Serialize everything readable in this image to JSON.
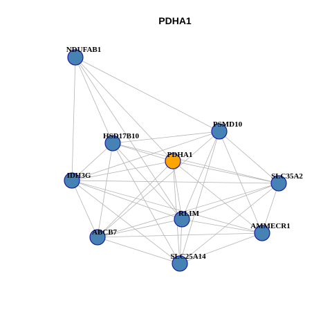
{
  "title": "PDHA1",
  "colors": {
    "background": "#ffffff",
    "edge": "#b3b3b3",
    "node_fill": "#4682b4",
    "hub_fill": "#ffa500",
    "node_border": "#1a1aa6"
  },
  "nodes": [
    {
      "id": "NDUFAB1",
      "label": "NDUFAB1",
      "hub": false
    },
    {
      "id": "PSMD10",
      "label": "PSMD10",
      "hub": false
    },
    {
      "id": "HSD17B10",
      "label": "HSD17B10",
      "hub": false
    },
    {
      "id": "PDHA1",
      "label": "PDHA1",
      "hub": true
    },
    {
      "id": "IDH3G",
      "label": "IDH3G",
      "hub": false
    },
    {
      "id": "SLC35A2",
      "label": "SLC35A2",
      "hub": false
    },
    {
      "id": "RLIM",
      "label": "RLIM",
      "hub": false
    },
    {
      "id": "AMMECR1",
      "label": "AMMECR1",
      "hub": false
    },
    {
      "id": "ABCB7",
      "label": "ABCB7",
      "hub": false
    },
    {
      "id": "SLC25A14",
      "label": "SLC25A14",
      "hub": false
    }
  ],
  "edges": [
    [
      "NDUFAB1",
      "PSMD10"
    ],
    [
      "NDUFAB1",
      "HSD17B10"
    ],
    [
      "NDUFAB1",
      "PDHA1"
    ],
    [
      "NDUFAB1",
      "IDH3G"
    ],
    [
      "NDUFAB1",
      "RLIM"
    ],
    [
      "PSMD10",
      "HSD17B10"
    ],
    [
      "PSMD10",
      "IDH3G"
    ],
    [
      "PSMD10",
      "SLC35A2"
    ],
    [
      "PSMD10",
      "RLIM"
    ],
    [
      "PSMD10",
      "AMMECR1"
    ],
    [
      "PSMD10",
      "ABCB7"
    ],
    [
      "PSMD10",
      "SLC25A14"
    ],
    [
      "HSD17B10",
      "PDHA1"
    ],
    [
      "HSD17B10",
      "IDH3G"
    ],
    [
      "HSD17B10",
      "SLC35A2"
    ],
    [
      "HSD17B10",
      "RLIM"
    ],
    [
      "HSD17B10",
      "ABCB7"
    ],
    [
      "HSD17B10",
      "SLC25A14"
    ],
    [
      "PDHA1",
      "IDH3G"
    ],
    [
      "PDHA1",
      "SLC35A2"
    ],
    [
      "PDHA1",
      "RLIM"
    ],
    [
      "PDHA1",
      "AMMECR1"
    ],
    [
      "PDHA1",
      "ABCB7"
    ],
    [
      "PDHA1",
      "SLC25A14"
    ],
    [
      "IDH3G",
      "SLC35A2"
    ],
    [
      "IDH3G",
      "RLIM"
    ],
    [
      "IDH3G",
      "ABCB7"
    ],
    [
      "IDH3G",
      "SLC25A14"
    ],
    [
      "IDH3G",
      "AMMECR1"
    ],
    [
      "SLC35A2",
      "RLIM"
    ],
    [
      "SLC35A2",
      "AMMECR1"
    ],
    [
      "SLC35A2",
      "ABCB7"
    ],
    [
      "SLC35A2",
      "SLC25A14"
    ],
    [
      "RLIM",
      "AMMECR1"
    ],
    [
      "RLIM",
      "ABCB7"
    ],
    [
      "RLIM",
      "SLC25A14"
    ],
    [
      "AMMECR1",
      "ABCB7"
    ],
    [
      "AMMECR1",
      "SLC25A14"
    ],
    [
      "ABCB7",
      "SLC25A14"
    ]
  ]
}
